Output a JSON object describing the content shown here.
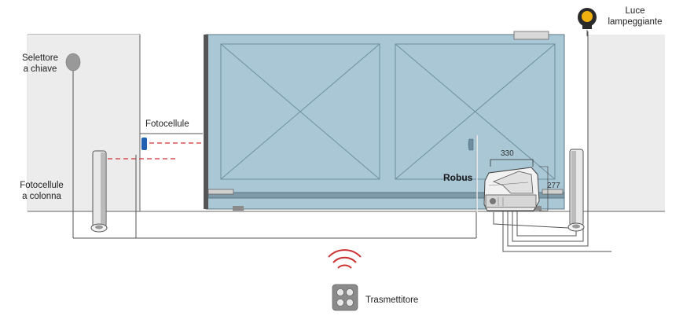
{
  "labels": {
    "key_selector_line1": "Selettore",
    "key_selector_line2": "a chiave",
    "photocells": "Fotocellule",
    "column_photocells_line1": "Fotocellule",
    "column_photocells_line2": "a colonna",
    "flashing_light_line1": "Luce",
    "flashing_light_line2": "lampeggiante",
    "transmitter": "Trasmettitore",
    "motor_brand": "Robus"
  },
  "dimensions": {
    "motor_width": "330",
    "motor_height": "277"
  },
  "colors": {
    "gate_fill": "#a9c7d5",
    "gate_frame": "#7f9aa8",
    "beam": "#cc3333",
    "photocell_blue": "#2060b0",
    "light_amber": "#f0b010",
    "wire": "#555555"
  },
  "icons": {
    "key_selector": "key-selector-icon",
    "flashing_light": "flashing-light-icon",
    "transmitter": "remote-transmitter-icon",
    "signal_waves": "radio-waves-icon"
  }
}
